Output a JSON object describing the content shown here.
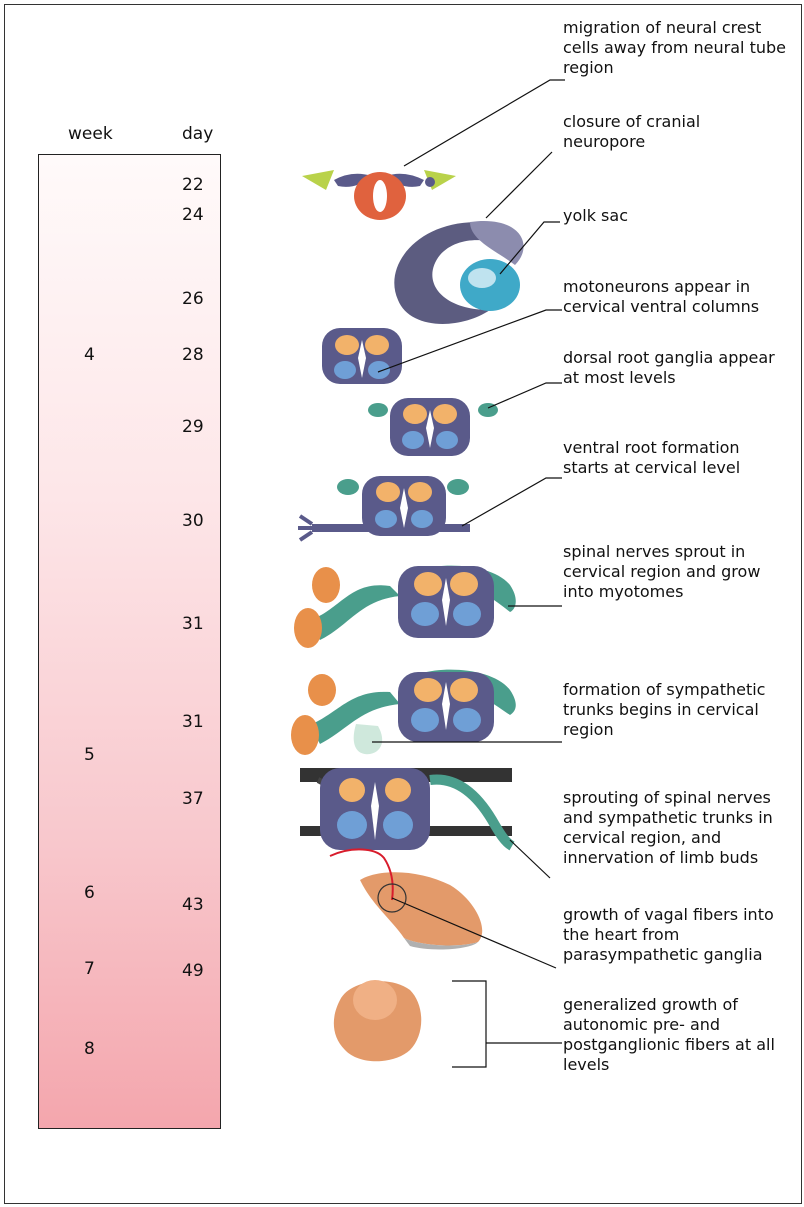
{
  "timeline": {
    "week_header": "week",
    "day_header": "day",
    "weeks": [
      {
        "id": "w4",
        "label": "4"
      },
      {
        "id": "w5",
        "label": "5"
      },
      {
        "id": "w6",
        "label": "6"
      },
      {
        "id": "w7",
        "label": "7"
      },
      {
        "id": "w8",
        "label": "8"
      }
    ],
    "days": [
      "22",
      "24",
      "26",
      "28",
      "29",
      "30",
      "31",
      "31",
      "37",
      "43",
      "49"
    ]
  },
  "annotations": [
    {
      "lines": [
        "migration of neural crest",
        "cells away from neural tube",
        "region"
      ]
    },
    {
      "lines": [
        "closure of cranial",
        " neuropore"
      ]
    },
    {
      "lines": [
        "yolk sac"
      ]
    },
    {
      "lines": [
        "motoneurons appear in",
        "cervical ventral columns"
      ]
    },
    {
      "lines": [
        "dorsal root ganglia appear",
        "at most levels"
      ]
    },
    {
      "lines": [
        "ventral root formation",
        " starts at cervical level"
      ]
    },
    {
      "lines": [
        "spinal nerves sprout in",
        "cervical region and grow",
        "into myotomes"
      ]
    },
    {
      "lines": [
        "formation of sympathetic",
        "trunks begins in cervical",
        "region"
      ]
    },
    {
      "lines": [
        "sprouting of spinal nerves",
        "and sympathetic trunks in",
        "cervical region, and",
        " innervation  of limb buds"
      ]
    },
    {
      "lines": [
        "growth of vagal fibers into",
        "the heart from",
        " parasympathetic ganglia"
      ]
    },
    {
      "lines": [
        "generalized growth of",
        "autonomic pre- and",
        "postganglionic fibers at all",
        "levels"
      ]
    }
  ],
  "colors": {
    "neural_tube": "#5a5a8a",
    "gray_matter": "#f2b26a",
    "motor_column": "#6f9fd6",
    "crest_green": "#4a9e8c",
    "ganglion_orange": "#e8904a",
    "embryo_skin": "#e39a6a",
    "red_fiber": "#d81c2c"
  }
}
